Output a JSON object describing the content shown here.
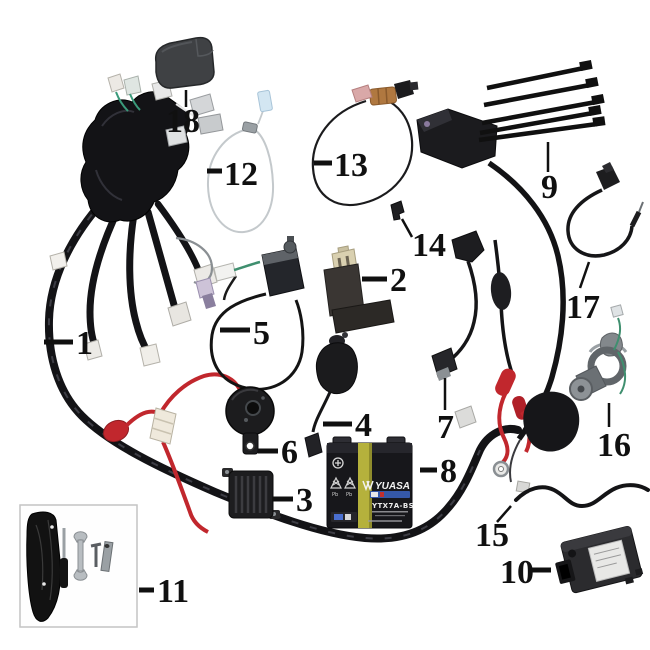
{
  "diagram": {
    "type": "exploded-parts-diagram",
    "subject": "motorcycle-wiring-harness-electrics-kit",
    "background": "#ffffff"
  },
  "callouts": [
    {
      "label": "1"
    },
    {
      "label": "2"
    },
    {
      "label": "3"
    },
    {
      "label": "4"
    },
    {
      "label": "5"
    },
    {
      "label": "6"
    },
    {
      "label": "7"
    },
    {
      "label": "8"
    },
    {
      "label": "9"
    },
    {
      "label": "10"
    },
    {
      "label": "11"
    },
    {
      "label": "12"
    },
    {
      "label": "13"
    },
    {
      "label": "14"
    },
    {
      "label": "15"
    },
    {
      "label": "16"
    },
    {
      "label": "17"
    },
    {
      "label": "18"
    }
  ],
  "battery_text": {
    "brand": "YUASA",
    "model": "YTX7A-BS"
  },
  "colors": {
    "line": "#101010",
    "wire_black": "#141416",
    "wire_red": "#c1272d",
    "battery_stripe": "#b5b13c",
    "battery_label_blue": "#3558a8",
    "copper": "#b07840",
    "terminal_blue": "#d3e6f2",
    "metal_gray": "#8b9094",
    "connector_white": "#efede8"
  }
}
